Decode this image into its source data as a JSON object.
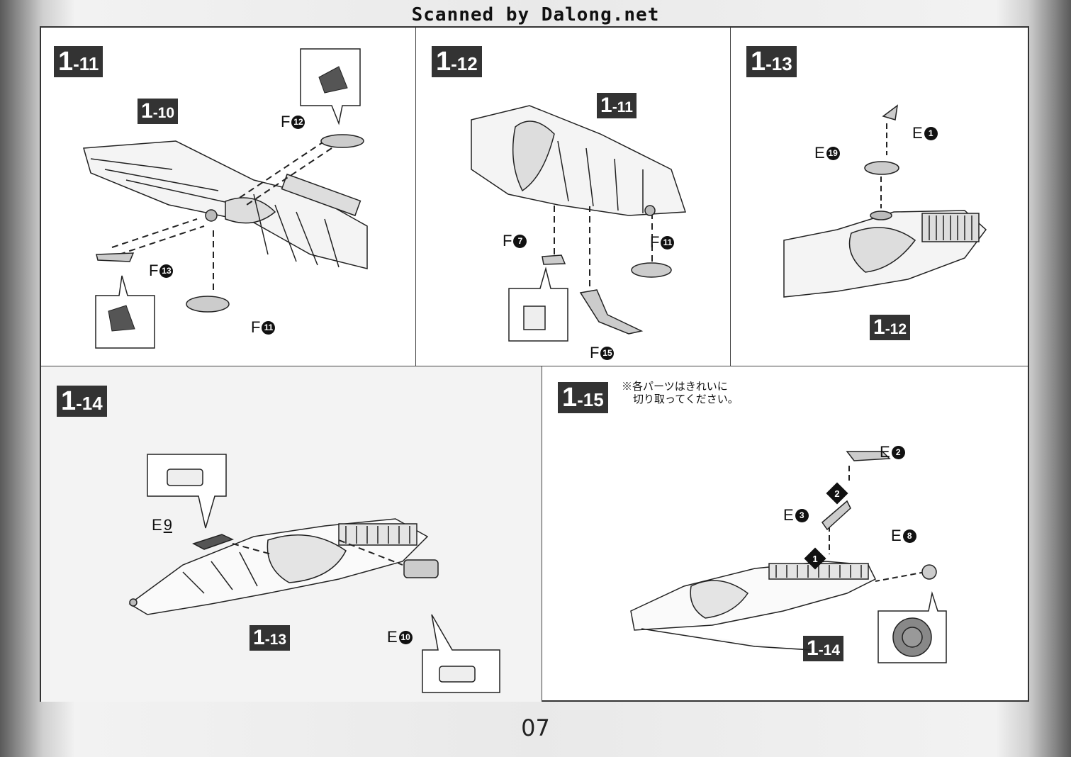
{
  "header": {
    "scan_credit": "Scanned by Dalong.net"
  },
  "page_number": "07",
  "steps": {
    "s11": {
      "step": "1",
      "sub": "-11",
      "ref_step": "1",
      "ref_sub": "-10",
      "parts": [
        {
          "letter": "F",
          "num": "12"
        },
        {
          "letter": "F",
          "num": "13"
        },
        {
          "letter": "F",
          "num": "11"
        }
      ]
    },
    "s12": {
      "step": "1",
      "sub": "-12",
      "ref_step": "1",
      "ref_sub": "-11",
      "parts": [
        {
          "letter": "F",
          "num": "7"
        },
        {
          "letter": "F",
          "num": "11"
        },
        {
          "letter": "F",
          "num": "15"
        }
      ]
    },
    "s13": {
      "step": "1",
      "sub": "-13",
      "ref_step": "1",
      "ref_sub": "-12",
      "parts": [
        {
          "letter": "E",
          "num": "1"
        },
        {
          "letter": "E",
          "num": "19"
        }
      ]
    },
    "s14": {
      "step": "1",
      "sub": "-14",
      "ref_step": "1",
      "ref_sub": "-13",
      "parts": [
        {
          "letter": "E",
          "num": "9"
        },
        {
          "letter": "E",
          "num": "10"
        }
      ]
    },
    "s15": {
      "step": "1",
      "sub": "-15",
      "ref_step": "1",
      "ref_sub": "-14",
      "note_line1": "※各パーツはきれいに",
      "note_line2": "切り取ってください。",
      "order1": "1",
      "order2": "2",
      "parts": [
        {
          "letter": "E",
          "num": "2"
        },
        {
          "letter": "E",
          "num": "3"
        },
        {
          "letter": "E",
          "num": "8"
        }
      ]
    }
  }
}
